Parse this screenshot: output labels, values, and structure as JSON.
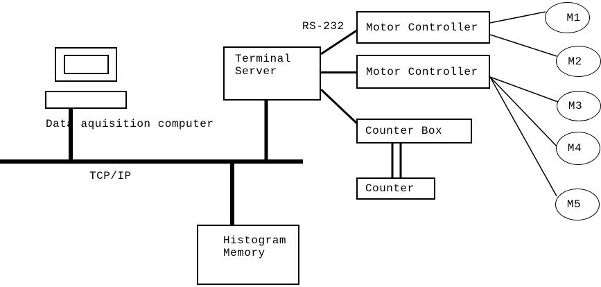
{
  "diagram": {
    "labels": {
      "serial_link": "RS-232",
      "network_bus": "TCP/IP",
      "computer_caption": "Data aquisition computer"
    },
    "nodes": {
      "terminal_server": {
        "line1": "Terminal",
        "line2": "Server"
      },
      "motor_controller_1": {
        "label": "Motor Controller"
      },
      "motor_controller_2": {
        "label": "Motor Controller"
      },
      "counter_box": {
        "label": "Counter Box"
      },
      "counter": {
        "label": "Counter"
      },
      "histogram_memory": {
        "line1": "Histogram",
        "line2": "Memory"
      },
      "motors": [
        {
          "label": "M1"
        },
        {
          "label": "M2"
        },
        {
          "label": "M3"
        },
        {
          "label": "M4"
        },
        {
          "label": "M5"
        }
      ]
    },
    "colors": {
      "stroke": "#000000",
      "fill": "#ffffff",
      "text": "#000000",
      "background": "#ffffff"
    }
  }
}
